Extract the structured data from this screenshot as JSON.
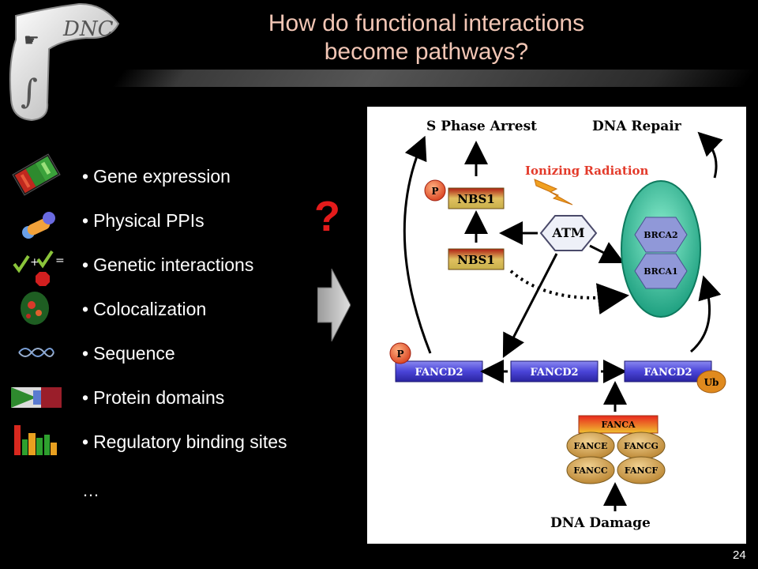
{
  "title": {
    "line1": "How do functional interactions",
    "line2": "become pathways?"
  },
  "bullets": [
    {
      "label": "Gene expression",
      "icon": "microarray-icon"
    },
    {
      "label": "Physical PPIs",
      "icon": "protein-interaction-icon"
    },
    {
      "label": "Genetic interactions",
      "icon": "genetic-interaction-icon"
    },
    {
      "label": "Colocalization",
      "icon": "colocalization-icon"
    },
    {
      "label": "Sequence",
      "icon": "dna-icon"
    },
    {
      "label": "Protein domains",
      "icon": "protein-domain-icon"
    },
    {
      "label": "Regulatory binding sites",
      "icon": "sequence-logo-icon"
    }
  ],
  "ellipsis": "…",
  "question_mark": "?",
  "bullet_char": "•",
  "icon_text": {
    "plus": "+",
    "equals": "="
  },
  "diagram": {
    "s_phase_arrest": "S Phase Arrest",
    "dna_repair": "DNA Repair",
    "ionizing_radiation": "Ionizing Radiation",
    "nbs1_top": "NBS1",
    "nbs1_bottom": "NBS1",
    "atm": "ATM",
    "brca2": "BRCA2",
    "brca1": "BRCA1",
    "p_top": "P",
    "p_bottom": "P",
    "fancd2_left": "FANCD2",
    "fancd2_mid": "FANCD2",
    "fancd2_right": "FANCD2",
    "ub": "Ub",
    "fanca": "FANCA",
    "fance": "FANCE",
    "fancg": "FANCG",
    "fancc": "FANCC",
    "fancf": "FANCF",
    "dna_damage": "DNA Damage"
  },
  "page_number": "24",
  "colors": {
    "title": "#f2c6b5",
    "question": "#e41b1b",
    "nbs1": "#c8b04a",
    "fancd2": "#4a44d8",
    "brca_ellipse": "#2bbf96",
    "fanc_core": "#d4a04a",
    "ionizing": "#e33a2a"
  }
}
